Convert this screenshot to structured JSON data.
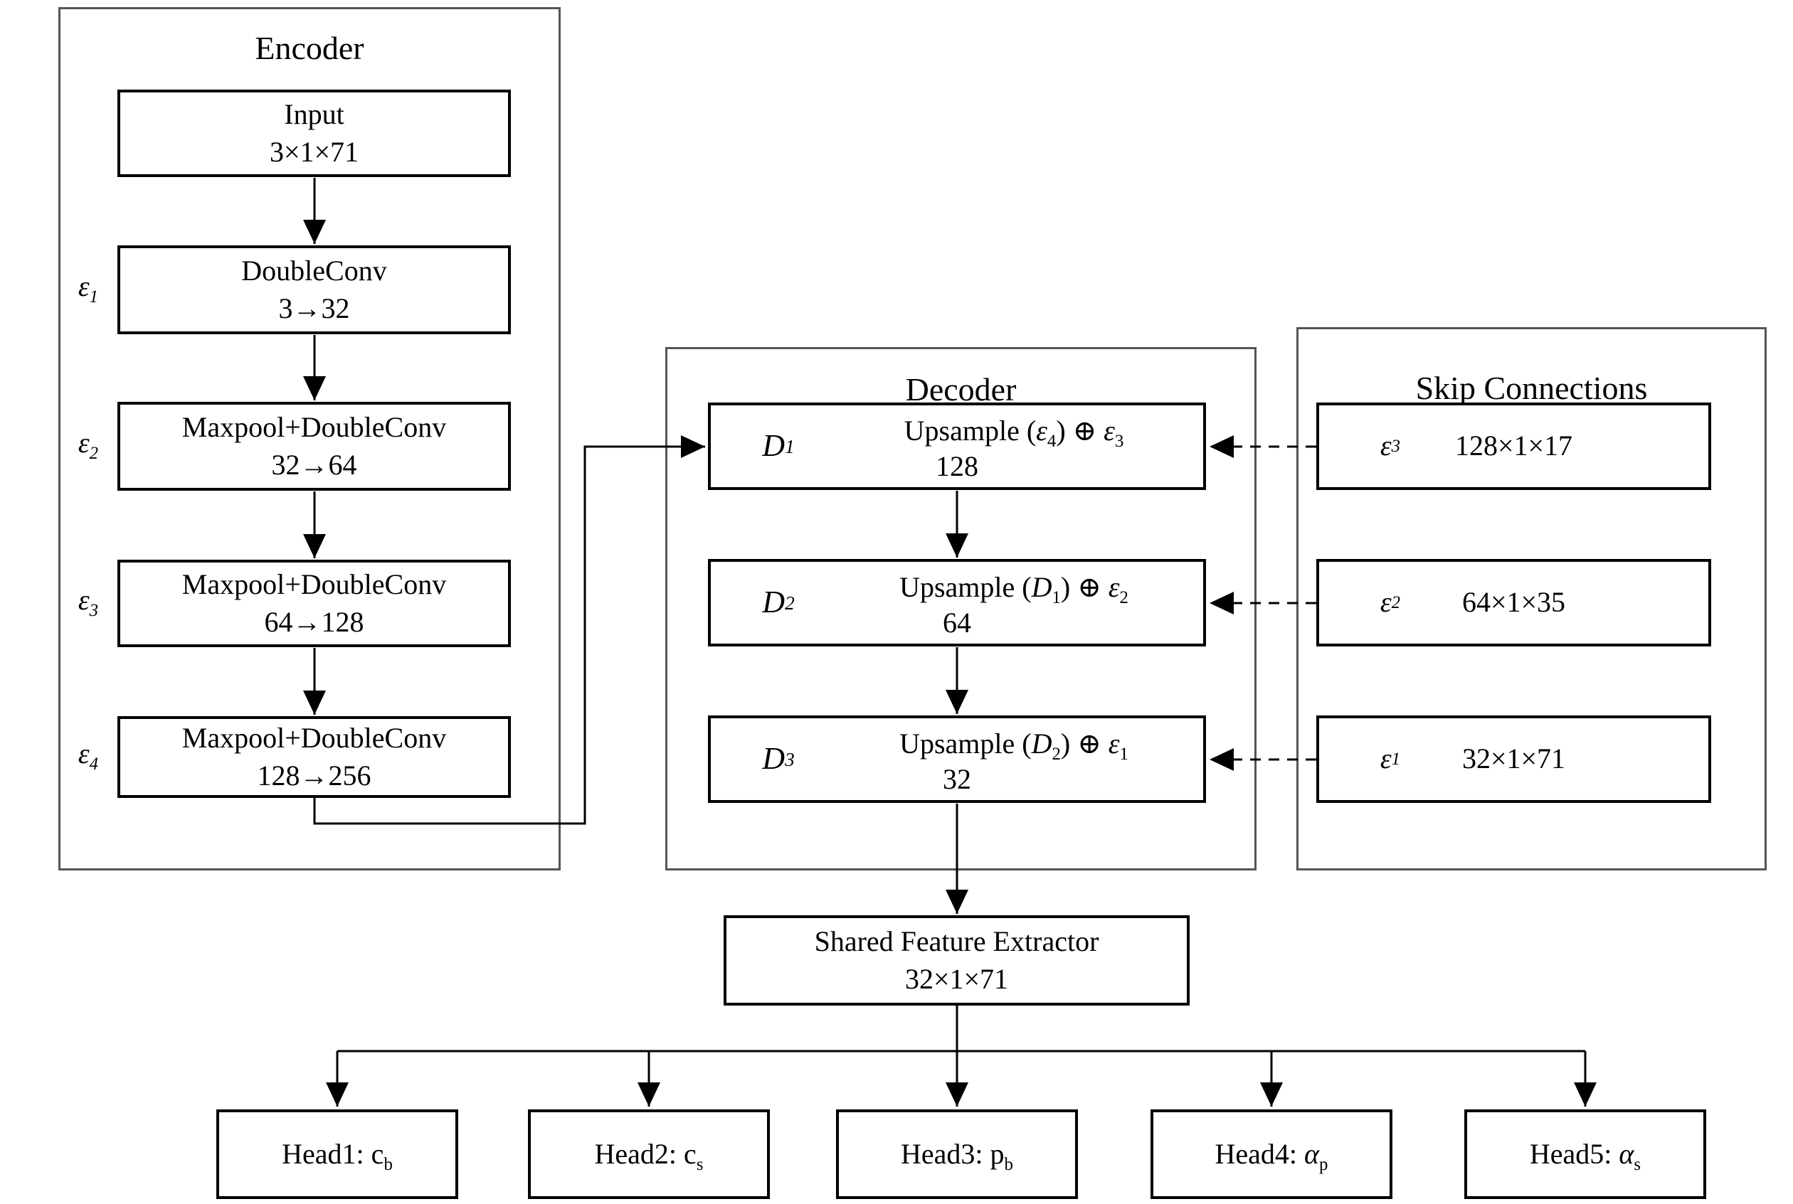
{
  "colors": {
    "background": "#ffffff",
    "line": "#000000",
    "panel_border": "#555555"
  },
  "encoder": {
    "title": "Encoder",
    "input_block": {
      "line1": "Input",
      "line2": "3×1×71"
    },
    "blocks": [
      {
        "tag": "ε",
        "tag_sub": "1",
        "line1": "DoubleConv",
        "line2": "3→32"
      },
      {
        "tag": "ε",
        "tag_sub": "2",
        "line1": "Maxpool+DoubleConv",
        "line2": "32→64"
      },
      {
        "tag": "ε",
        "tag_sub": "3",
        "line1": "Maxpool+DoubleConv",
        "line2": "64→128"
      },
      {
        "tag": "ε",
        "tag_sub": "4",
        "line1": "Maxpool+DoubleConv",
        "line2": "128→256"
      }
    ]
  },
  "decoder": {
    "title": "Decoder",
    "blocks": [
      {
        "tag": "D",
        "tag_sub": "1",
        "op": {
          "t1": "Upsample (",
          "v1": "ε",
          "s1": "4",
          "t2": ") ⊕ ",
          "v2": "ε",
          "s2": "3"
        },
        "channels": "128"
      },
      {
        "tag": "D",
        "tag_sub": "2",
        "op": {
          "t1": "Upsample (",
          "v1": "D",
          "s1": "1",
          "t2": ") ⊕ ",
          "v2": "ε",
          "s2": "2"
        },
        "channels": "64"
      },
      {
        "tag": "D",
        "tag_sub": "3",
        "op": {
          "t1": "Upsample (",
          "v1": "D",
          "s1": "2",
          "t2": ") ⊕ ",
          "v2": "ε",
          "s2": "1"
        },
        "channels": "32"
      }
    ]
  },
  "skip_connections": {
    "title": "Skip Connections",
    "blocks": [
      {
        "tag": "ε",
        "tag_sub": "3",
        "shape": "128×1×17"
      },
      {
        "tag": "ε",
        "tag_sub": "2",
        "shape": "64×1×35"
      },
      {
        "tag": "ε",
        "tag_sub": "1",
        "shape": "32×1×71"
      }
    ]
  },
  "shared_feature_extractor": {
    "line1": "Shared Feature Extractor",
    "line2": "32×1×71"
  },
  "heads": [
    {
      "prefix": "Head1: ",
      "var": "c",
      "sub": "b"
    },
    {
      "prefix": "Head2: ",
      "var": "c",
      "sub": "s"
    },
    {
      "prefix": "Head3: ",
      "var": "p",
      "sub": "b"
    },
    {
      "prefix": "Head4: ",
      "var": "α",
      "sub": "p"
    },
    {
      "prefix": "Head5: ",
      "var": "α",
      "sub": "s"
    }
  ]
}
